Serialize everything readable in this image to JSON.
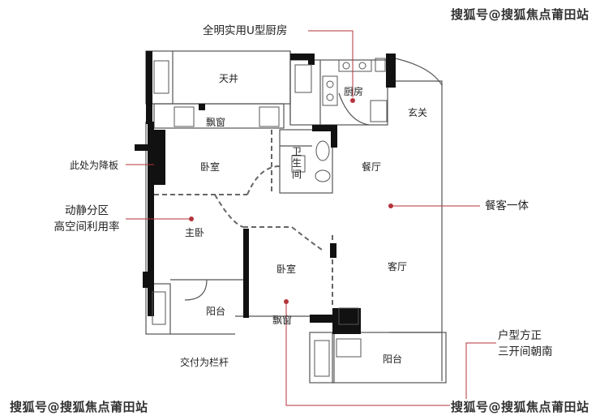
{
  "watermarks": {
    "top_right": "搜狐号@搜狐焦点莆田站",
    "bottom_left": "搜狐号@搜狐焦点莆田站",
    "bottom_right": "搜狐号@搜狐焦点莆田站"
  },
  "callouts": {
    "kitchen_u": "全明实用U型厨房",
    "dropped_slab": "此处为降板",
    "zoning_1": "动静分区",
    "zoning_2": "高空间利用率",
    "dining_living": "餐客一体",
    "layout_1": "户型方正",
    "layout_2": "三开间朝南",
    "railing": "交付为栏杆"
  },
  "rooms": {
    "light_well": "天井",
    "kitchen": "厨房",
    "entrance": "玄关",
    "bay_window_top": "飘窗",
    "bedroom_top": "卧室",
    "bathroom_1": "卫",
    "bathroom_2": "生",
    "bathroom_3": "间",
    "dining": "餐厅",
    "master_bedroom": "主卧",
    "bedroom_middle": "卧室",
    "living": "客厅",
    "balcony_left": "阳台",
    "bay_window_bottom": "飘窗",
    "balcony_right": "阳台"
  },
  "colors": {
    "wall": "#111111",
    "leader": "#b5333a",
    "line": "#555555"
  }
}
